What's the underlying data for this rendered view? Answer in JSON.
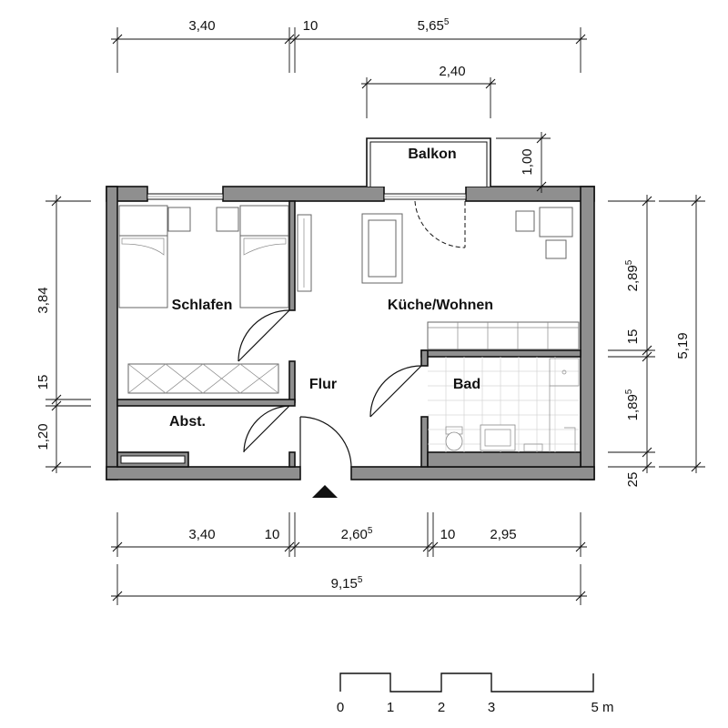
{
  "rooms": {
    "balkon": "Balkon",
    "schlafen": "Schlafen",
    "kueche": "Küche/Wohnen",
    "flur": "Flur",
    "bad": "Bad",
    "abst": "Abst."
  },
  "dims": {
    "top_a": "3,40",
    "top_b": "10",
    "top_c": "5,65",
    "top_c_sup": "5",
    "balcony_w": "2,40",
    "balcony_d": "1,00",
    "left_a": "3,84",
    "left_b": "15",
    "left_c": "1,20",
    "right_a": "2,89",
    "right_a_sup": "5",
    "right_b": "15",
    "right_c": "1,89",
    "right_c_sup": "5",
    "right_d": "25",
    "right_total": "5,19",
    "bot_a": "3,40",
    "bot_b": "10",
    "bot_c": "2,60",
    "bot_c_sup": "5",
    "bot_d": "10",
    "bot_e": "2,95",
    "bot_total": "9,15",
    "bot_total_sup": "5"
  },
  "scale": {
    "l0": "0",
    "l1": "1",
    "l2": "2",
    "l3": "3",
    "l5": "5 m"
  }
}
